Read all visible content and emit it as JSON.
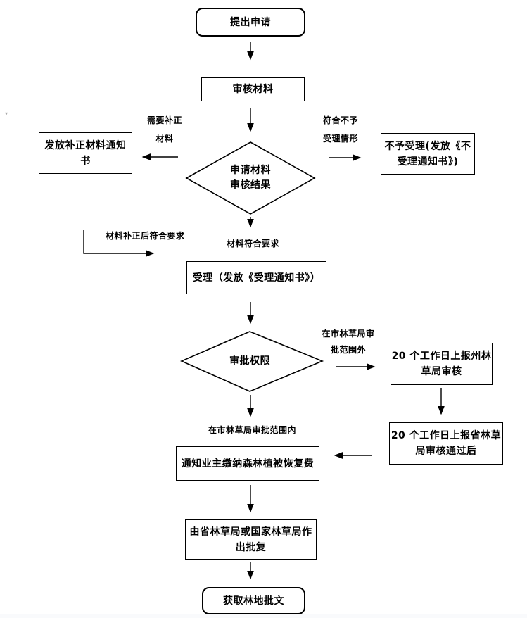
{
  "page": {
    "background": "#ffffff",
    "line_color": "#000000",
    "page_edge_color": "#dde2ea"
  },
  "nodes": {
    "start": {
      "label": "提出申请",
      "shape": "rounded"
    },
    "review": {
      "label": "审核材料",
      "shape": "rect"
    },
    "decision1": {
      "lines": [
        "申请材料",
        "审核结果"
      ],
      "shape": "diamond"
    },
    "notice": {
      "lines": [
        "发放补正材料通知",
        "书"
      ],
      "shape": "rect"
    },
    "reject": {
      "lines": [
        "不予受理(发放《不",
        "受理通知书》)"
      ],
      "shape": "rect"
    },
    "accept": {
      "label": "受理（发放《受理通知书》）",
      "shape": "rect"
    },
    "decision2": {
      "label": "审批权限",
      "shape": "diamond"
    },
    "state_report": {
      "lines": [
        "20 个工作日上报州林",
        "草局审核"
      ],
      "shape": "rect"
    },
    "province_report": {
      "lines": [
        "20 个工作日上报省林草",
        "局审核通过后"
      ],
      "shape": "rect"
    },
    "fee": {
      "label": "通知业主缴纳森林植被恢复费",
      "shape": "rect"
    },
    "approval": {
      "lines": [
        "由省林草局或国家林草局作",
        "出批复"
      ],
      "shape": "rect"
    },
    "end": {
      "label": "获取林地批文",
      "shape": "rounded"
    }
  },
  "edge_labels": {
    "need_supplement": {
      "lines": [
        "需要补正",
        "材料"
      ]
    },
    "not_acceptable": {
      "lines": [
        "符合不予",
        "受理情形"
      ]
    },
    "supplemented_ok": "材料补正后符合要求",
    "materials_ok": "材料符合要求",
    "outside_scope": {
      "lines": [
        "在市林草局审",
        "批范围外"
      ]
    },
    "inside_scope": "在市林草局审批范围内"
  }
}
